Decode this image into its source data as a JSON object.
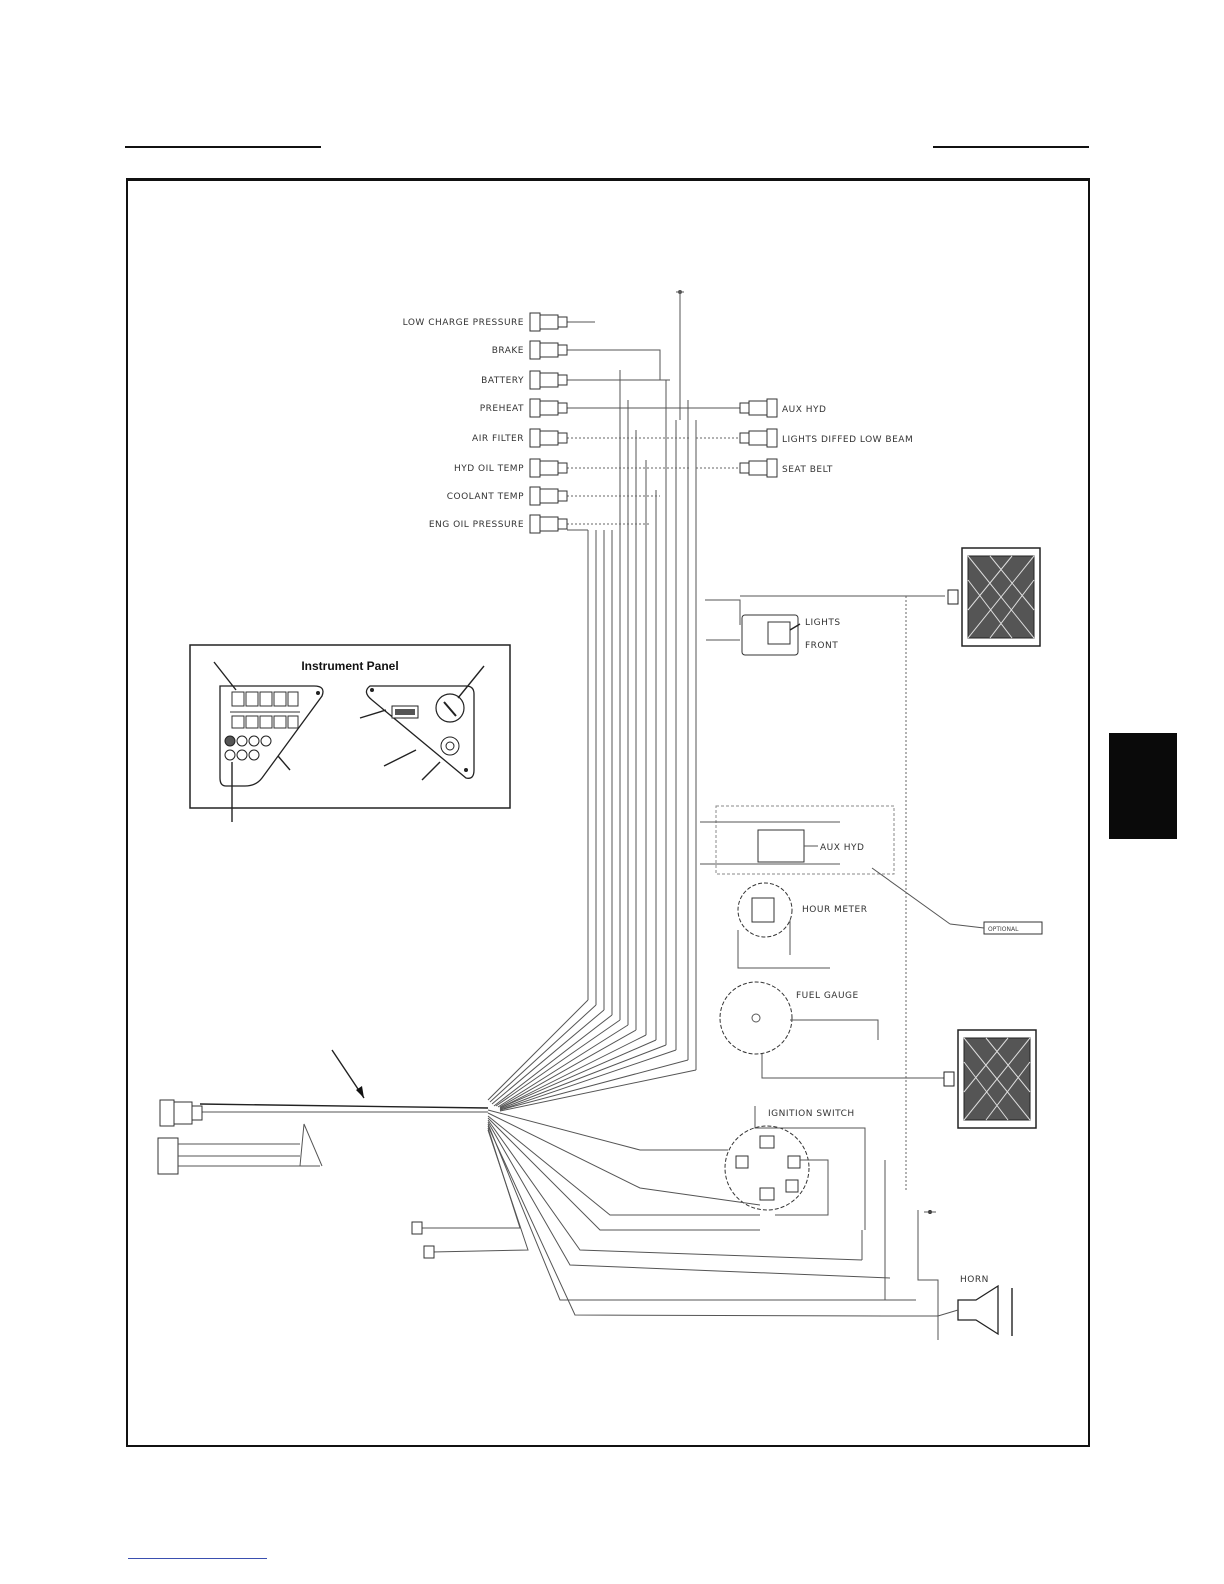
{
  "diagram": {
    "panel_title": "Instrument Panel",
    "left_connectors": [
      "LOW CHARGE PRESSURE",
      "BRAKE",
      "BATTERY",
      "PREHEAT",
      "AIR FILTER",
      "HYD OIL TEMP",
      "COOLANT TEMP",
      "ENG OIL PRESSURE"
    ],
    "right_connectors": [
      "AUX HYD",
      "LIGHTS DIFFED LOW BEAM",
      "SEAT BELT"
    ],
    "lights_front": [
      "LIGHTS",
      "FRONT"
    ],
    "aux_hyd_switch": "AUX HYD",
    "hour_meter": "HOUR METER",
    "fuel_gauge": "FUEL GAUGE",
    "ignition_switch": "IGNITION SWITCH",
    "optional": "OPTIONAL",
    "horn": "HORN"
  }
}
